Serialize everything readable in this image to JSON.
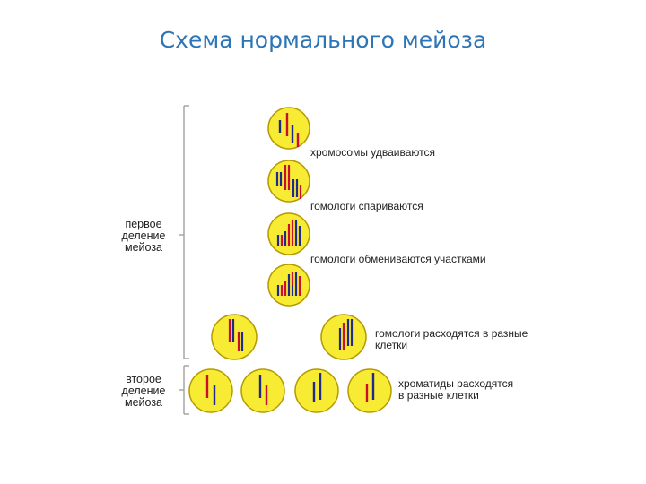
{
  "title": "Схема нормального мейоза",
  "colors": {
    "cell_fill": "#f7eb34",
    "cell_stroke": "#b59a00",
    "chromosome_red": "#c8102e",
    "chromosome_blue": "#1f2a8a"
  },
  "side_labels": {
    "first": [
      "первое",
      "деление",
      "мейоза"
    ],
    "second": [
      "второе",
      "деление",
      "мейоза"
    ]
  },
  "step_labels": {
    "s1": [
      "хромосомы удваиваются"
    ],
    "s2": [
      "гомологи спариваются"
    ],
    "s3": [
      "гомологи обмениваются участками"
    ],
    "s4": [
      "гомологи расходятся в разные",
      "клетки"
    ],
    "s5": [
      "хроматиды расходятся",
      "в разные клетки"
    ]
  }
}
